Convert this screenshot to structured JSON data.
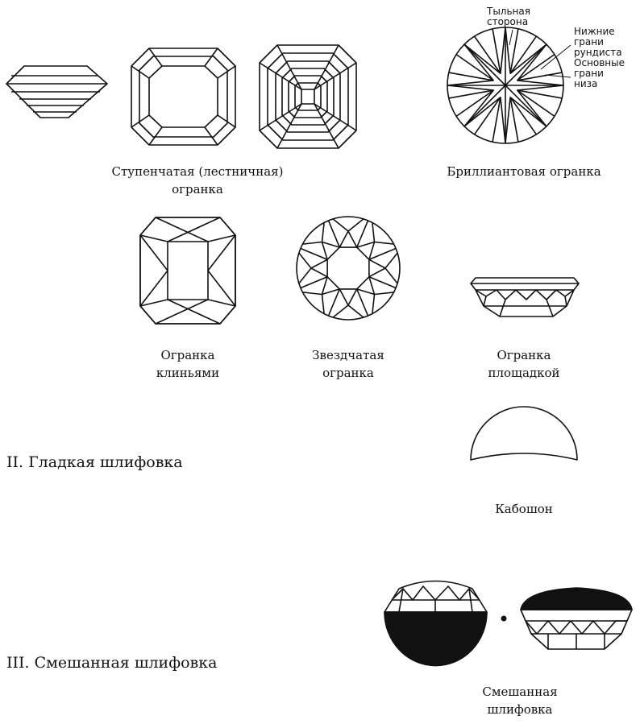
{
  "labels": {
    "step_cut": [
      "Ступенчатая (лестничная)",
      "огранка"
    ],
    "brilliant_cut": [
      "Бриллиантовая огранка"
    ],
    "wedge_cut": [
      "Огранка",
      "клиньями"
    ],
    "star_cut": [
      "Звездчатая",
      "огранка"
    ],
    "table_cut": [
      "Огранка",
      "площадкой"
    ],
    "cabochon": [
      "Кабошон"
    ],
    "mixed_cut": [
      "Смешанная",
      "шлифовка"
    ]
  },
  "annotations": {
    "back_side": [
      "Тыльная",
      "сторона"
    ],
    "lower_girdle": [
      "Нижние",
      "грани",
      "рундиста"
    ],
    "main_lower": [
      "Основные",
      "грани",
      "низа"
    ]
  },
  "sections": {
    "smooth": "II. Гладкая шлифовка",
    "mixed": "III. Смешанная шлифовка"
  }
}
